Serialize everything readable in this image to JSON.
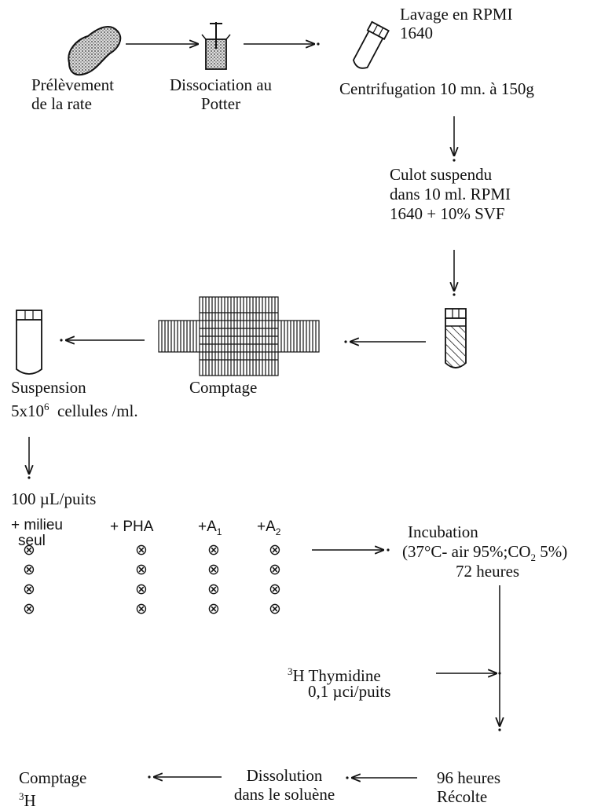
{
  "steps": {
    "prelevement": [
      "Prélèvement",
      "de la rate"
    ],
    "dissociation": [
      "Dissociation au",
      "Potter"
    ],
    "lavage": [
      "Lavage en RPMI",
      "1640"
    ],
    "centrifugation": "Centrifugation 10 mn. à 150g",
    "culot": [
      "Culot suspendu",
      "dans 10 ml. RPMI",
      "1640 + 10% SVF"
    ],
    "comptage": "Comptage",
    "suspension": "Suspension",
    "suspension_conc": {
      "base": "5x10",
      "exp": "6",
      "rest": "  cellules /ml."
    },
    "volume": "100 µL/puits",
    "incubation": [
      "Incubation",
      "(37°C- air 95%;CO",
      "2",
      " 5%)",
      "72 heures"
    ],
    "thymidine": {
      "sup": "3",
      "name": "H Thymidine",
      "dose": "0,1 µci/puits"
    },
    "recolte": [
      "96 heures",
      "Récolte"
    ],
    "dissolution": [
      "Dissolution",
      "dans le soluène"
    ],
    "final_count": {
      "label": "Comptage",
      "sup": "3",
      "iso": "H"
    }
  },
  "plate": {
    "headers": [
      "+ milieu",
      "+ PHA",
      "+A",
      "+A"
    ],
    "header_subs": [
      "",
      "",
      "1",
      "2"
    ],
    "header_seul": "seul",
    "well_symbol": "⊗",
    "rows": 4
  }
}
